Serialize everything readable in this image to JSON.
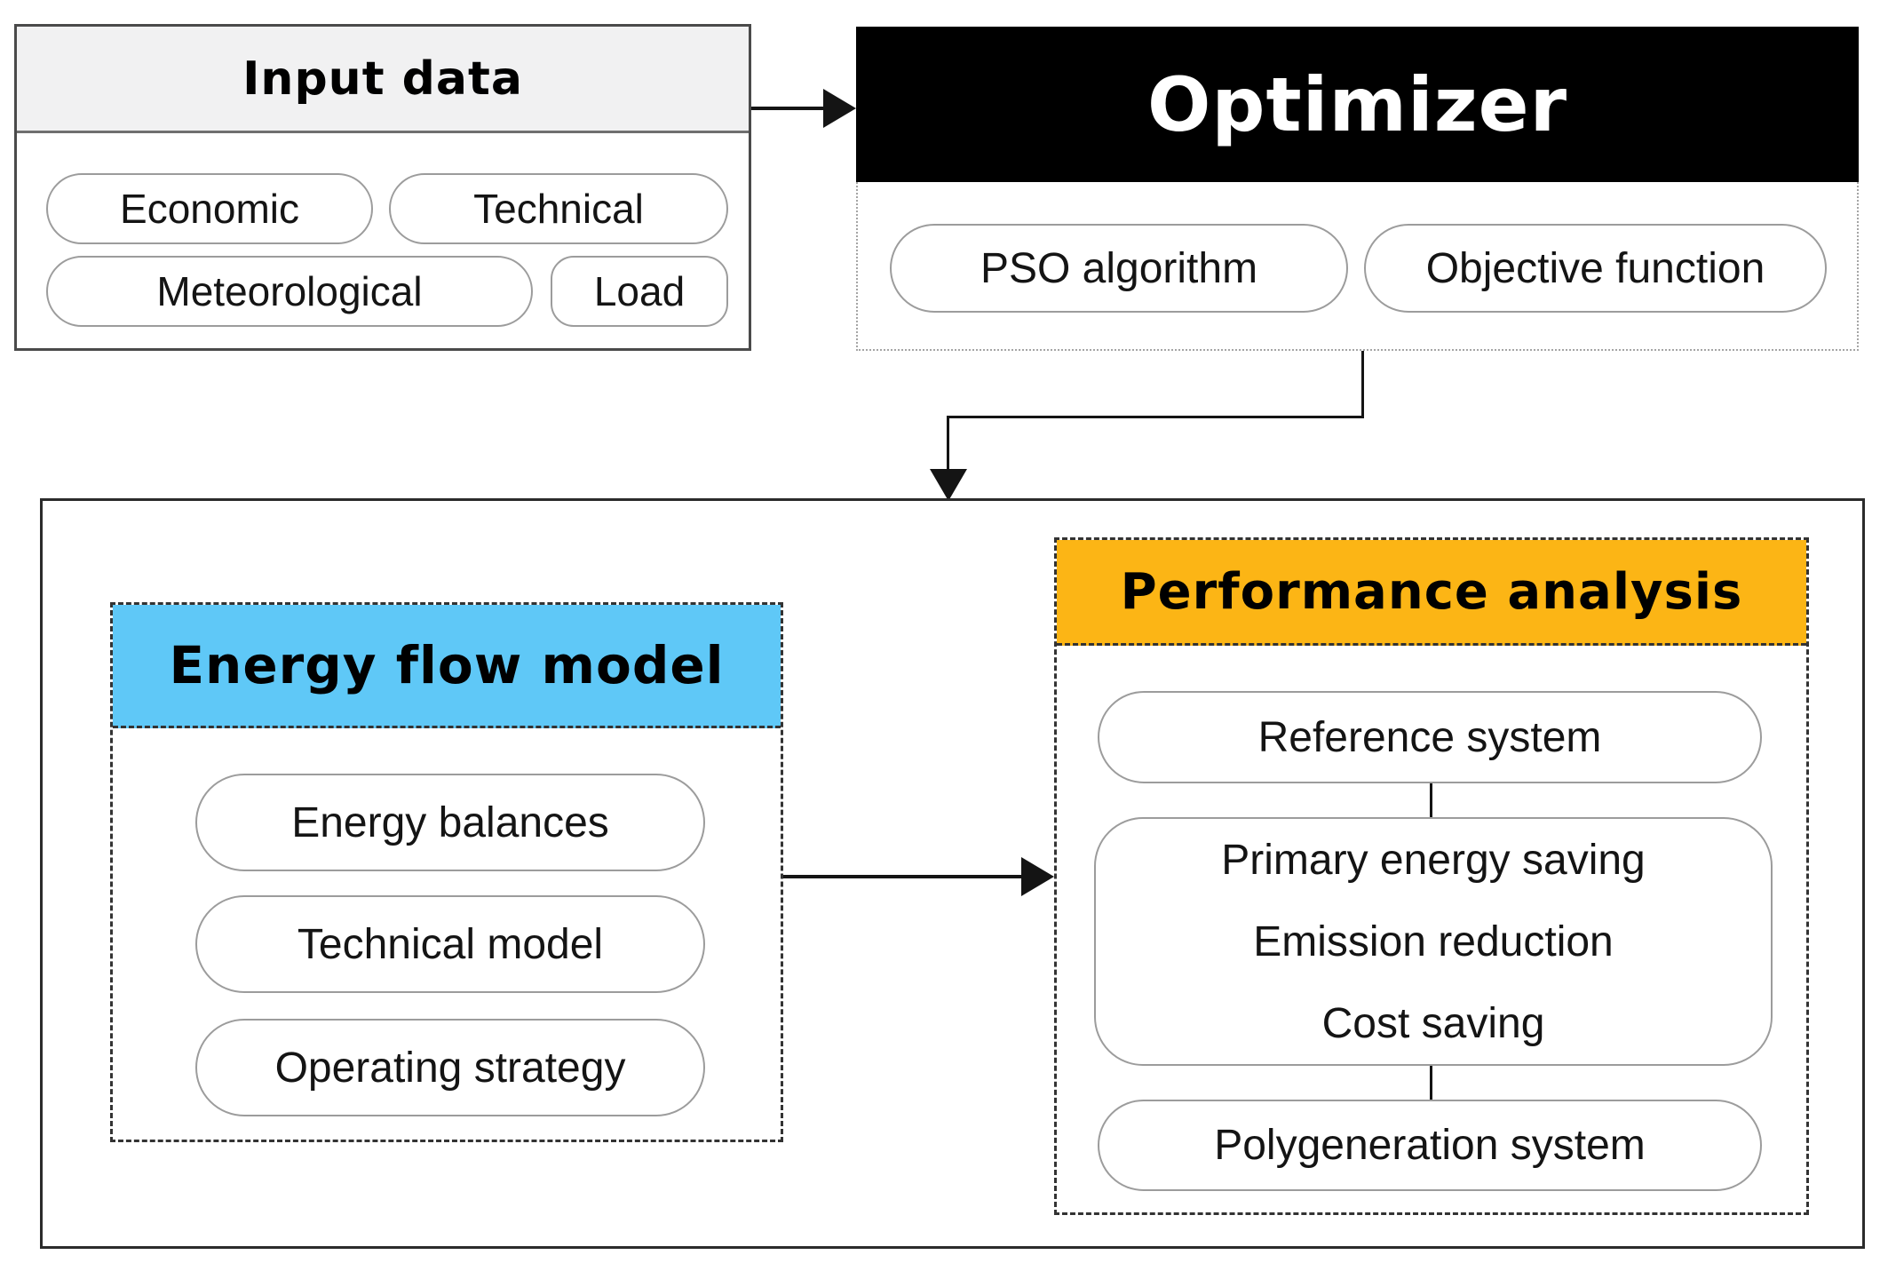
{
  "input_data": {
    "title": "Input data",
    "pills": [
      "Economic",
      "Technical",
      "Meteorological",
      "Load"
    ]
  },
  "optimizer": {
    "title": "Optimizer",
    "pills": [
      "PSO algorithm",
      "Objective function"
    ]
  },
  "energy_flow": {
    "title": "Energy flow model",
    "pills": [
      "Energy balances",
      "Technical model",
      "Operating strategy"
    ]
  },
  "performance": {
    "title": "Performance analysis",
    "top_pill": "Reference system",
    "metrics": [
      "Primary energy saving",
      "Emission reduction",
      "Cost saving"
    ],
    "bottom_pill": "Polygeneration system"
  },
  "colors": {
    "input_header_bg": "#f1f1f2",
    "optimizer_header_bg": "#000000",
    "energy_header_bg": "#5fc8f7",
    "performance_header_bg": "#fcb515",
    "connector": "#141414"
  }
}
